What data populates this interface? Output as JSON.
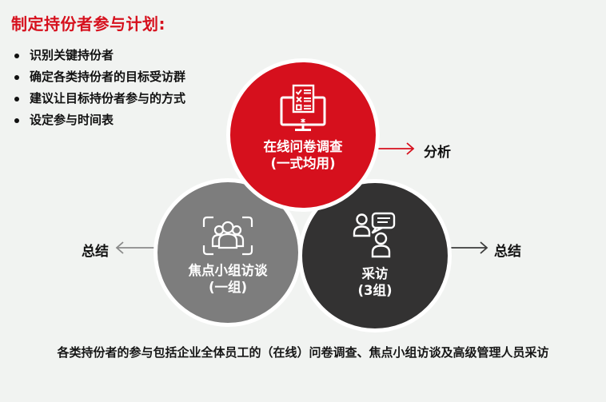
{
  "title": "制定持份者参与计划:",
  "bullets": [
    "识别关键持份者",
    "确定各类持份者的目标受访群",
    "建议让目标持份者参与的方式",
    "设定参与时间表"
  ],
  "circles": {
    "online_survey": {
      "label_line1": "在线问卷调查",
      "label_line2": "(一式均用)",
      "icon": "survey-monitor-icon",
      "color": "#d6101d"
    },
    "focus_group": {
      "label_line1": "焦点小组访谈",
      "label_line2": "(一组)",
      "icon": "focus-group-icon",
      "color": "#7d7d7d"
    },
    "interview": {
      "label_line1": "采访",
      "label_line2": "(3组)",
      "icon": "interview-icon",
      "color": "#333232"
    }
  },
  "arrows": {
    "analysis": {
      "label": "分析",
      "color": "#d6101d",
      "direction": "right"
    },
    "summary_left": {
      "label": "总结",
      "color": "#8a8a8a",
      "direction": "left"
    },
    "summary_right": {
      "label": "总结",
      "color": "#3c3c3c",
      "direction": "right"
    }
  },
  "caption": "各类持份者的参与包括企业全体员工的（在线）问卷调查、焦点小组访谈及高级管理人员采访",
  "colors": {
    "background": "#f1f3f1",
    "title_red": "#d6101d",
    "text_black": "#161616",
    "circle_border": "#ffffff"
  }
}
